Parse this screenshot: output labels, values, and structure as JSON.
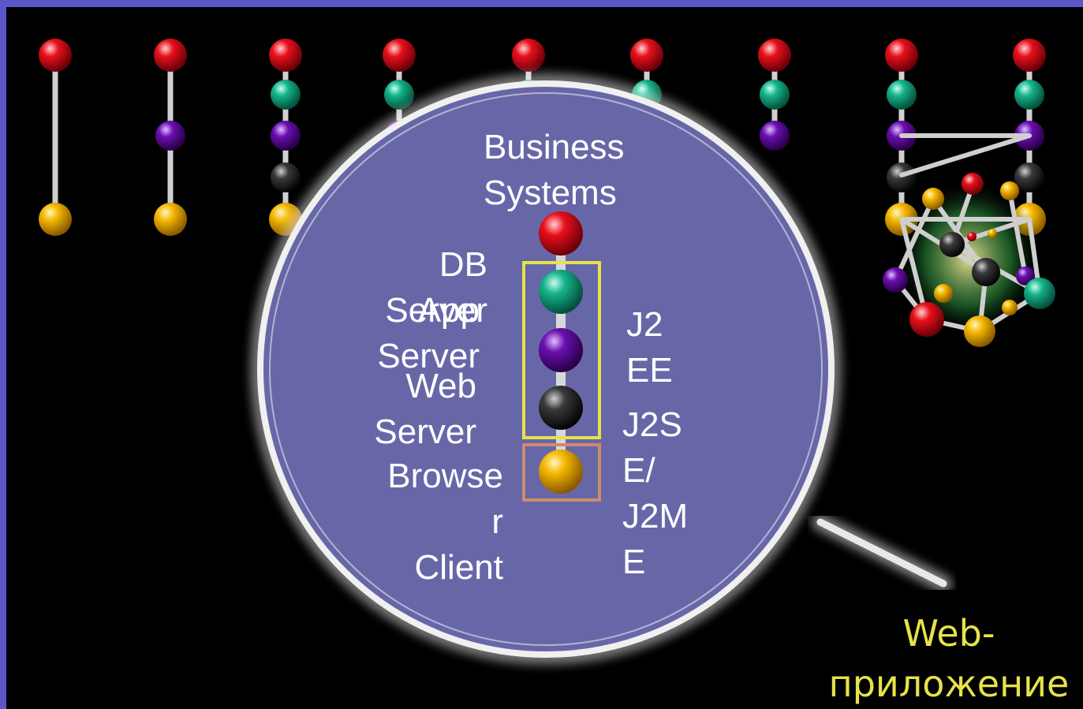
{
  "colors": {
    "frame": "#5a58c8",
    "background": "#000000",
    "lens_fill": "#6767a8",
    "red_ball": "#e8101c",
    "teal_ball": "#15b48a",
    "purple_ball": "#6a0fb0",
    "black_ball": "#333333",
    "yellow_ball": "#f5b800",
    "server_box": "#e6e24a",
    "client_box": "#d08a70",
    "caption": "#e6e24a"
  },
  "icons": [
    "magnifier-icon",
    "molecule-cluster-icon"
  ],
  "labels": {
    "business": "Business",
    "systems": "Systems",
    "db": "DB",
    "db_server": "Server",
    "app": "App",
    "app_server": "Server",
    "web": "Web",
    "web_server": "Server",
    "browser_1": "Browse",
    "browser_2": "r",
    "client": "Client",
    "j2ee_1": "J2",
    "j2ee_2": "EE",
    "j2se_1": "J2S",
    "j2se_2": "E/",
    "j2se_3": "J2M",
    "j2se_4": "E"
  },
  "caption": {
    "line1": "Web-",
    "line2": "приложение"
  }
}
